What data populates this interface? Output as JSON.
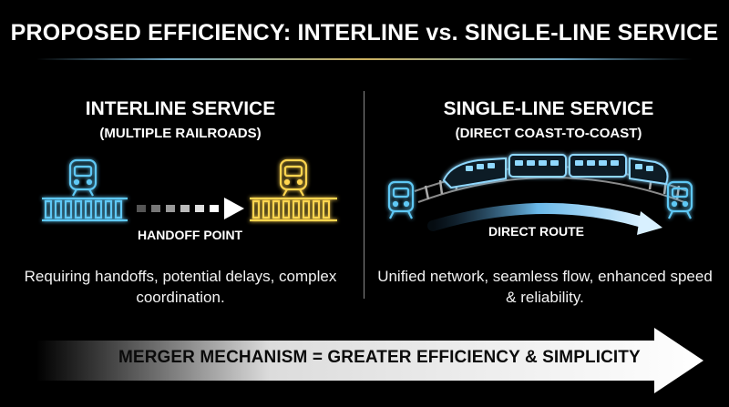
{
  "title": "PROPOSED EFFICIENCY: INTERLINE vs. SINGLE-LINE SERVICE",
  "left": {
    "heading": "INTERLINE SERVICE",
    "subheading": "(MULTIPLE RAILROADS)",
    "handoff_label": "HANDOFF POINT",
    "description": "Requiring handoffs, potential delays, complex coordination."
  },
  "right": {
    "heading": "SINGLE-LINE SERVICE",
    "subheading": "(DIRECT COAST-TO-COAST)",
    "route_label": "DIRECT ROUTE",
    "description": "Unified network, seamless flow, enhanced speed & reliability."
  },
  "footer": {
    "merger_text": "MERGER MECHANISM = GREATER EFFICIENCY & SIMPLICITY"
  },
  "colors": {
    "blue_glow": "#4fc3f7",
    "yellow_glow": "#ffd54f",
    "background": "#000000"
  }
}
